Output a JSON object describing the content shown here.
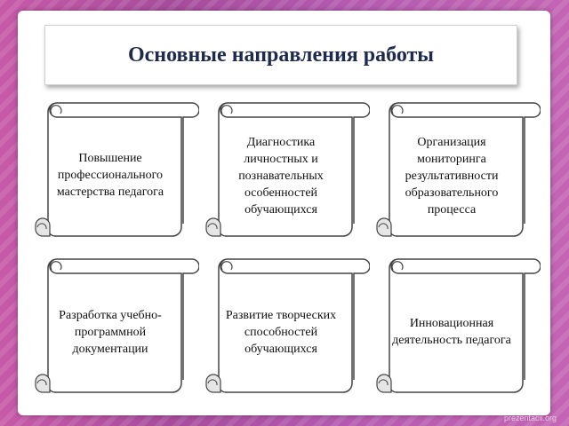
{
  "slide": {
    "title": "Основные направления работы",
    "items": [
      {
        "text": "Повышение профессионального мастерства педагога"
      },
      {
        "text": "Диагностика личностных и познавательных особенностей обучающихся"
      },
      {
        "text": "Организация мониторинга результативности образовательного процесса"
      },
      {
        "text": "Разработка учебно-программной документации"
      },
      {
        "text": "Развитие творческих способностей обучающихся"
      },
      {
        "text": "Инновационная деятельность педагога"
      }
    ]
  },
  "watermark": "prezentacii.org",
  "colors": {
    "frame": "#b04a9a",
    "title_text": "#1f2b4d",
    "scroll_fill": "#ffffff",
    "scroll_stroke": "#444444"
  },
  "icons": [
    "scroll-shape"
  ]
}
